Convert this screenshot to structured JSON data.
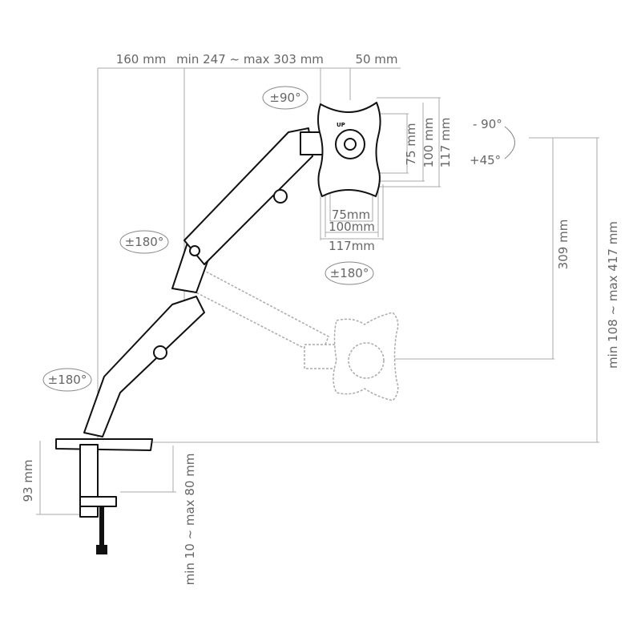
{
  "dimensions": {
    "base_to_pole": "160 mm",
    "arm_reach": "min 247 ~ max 303 mm",
    "plate_offset": "50 mm",
    "vesa_v_75": "75 mm",
    "vesa_v_100": "100 mm",
    "vesa_v_117": "117 mm",
    "vesa_h_75": "75mm",
    "vesa_h_100": "100mm",
    "vesa_h_117": "117mm",
    "vertical_travel": "309 mm",
    "height_range": "min 108 ~ max 417 mm",
    "clamp_height": "93 mm",
    "desk_thickness": "min 10 ~ max 80 mm"
  },
  "rotations": {
    "plate_rotation": "±90°",
    "tilt_up": "- 90°",
    "tilt_down": "+45°",
    "upper_arm_swivel": "±180°",
    "base_swivel": "±180°",
    "plate_swivel": "±180°"
  },
  "plate": {
    "up_mark": "UP"
  }
}
